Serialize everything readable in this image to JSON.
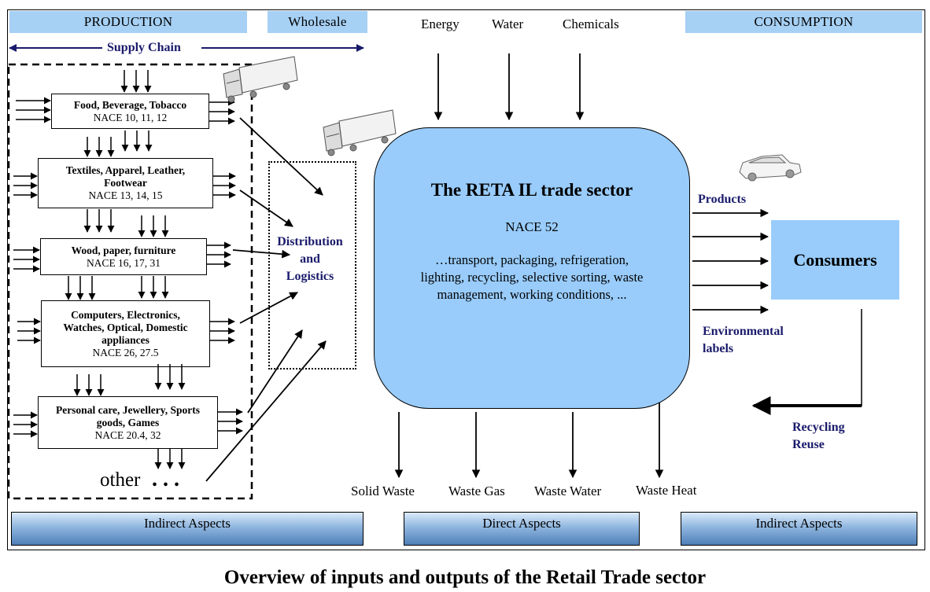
{
  "headers": {
    "production": "PRODUCTION",
    "wholesale": "Wholesale",
    "energy": "Energy",
    "water": "Water",
    "chemicals": "Chemicals",
    "consumption": "CONSUMPTION"
  },
  "supply_chain": "Supply Chain",
  "sectors": [
    {
      "title": "Food, Beverage, Tobacco",
      "nace": "NACE 10, 11, 12"
    },
    {
      "title": "Textiles, Apparel, Leather, Footwear",
      "nace": "NACE 13, 14, 15"
    },
    {
      "title": "Wood, paper, furniture",
      "nace": "NACE 16, 17, 31"
    },
    {
      "title": "Computers, Electronics, Watches, Optical, Domestic appliances",
      "nace": "NACE 26, 27.5"
    },
    {
      "title": "Personal care, Jewellery, Sports goods, Games",
      "nace": "NACE 20.4, 32"
    }
  ],
  "other": "other",
  "other_dots": ". . .",
  "distribution": {
    "line1": "Distribution",
    "line2": "and",
    "line3": "Logistics"
  },
  "sector": {
    "title": "The RETA IL trade sector",
    "nace": "NACE 52",
    "line1": "…transport, packaging, refrigeration,",
    "line2": "lighting, recycling, selective sorting, waste",
    "line3": "management, working conditions, ..."
  },
  "products": "Products",
  "consumers": "Consumers",
  "env_labels": {
    "line1": "Environmental",
    "line2": "labels"
  },
  "recycling": {
    "line1": "Recycling",
    "line2": "Reuse"
  },
  "outputs": {
    "solid_waste": "Solid Waste",
    "waste_gas": "Waste Gas",
    "waste_water": "Waste Water",
    "waste_heat": "Waste Heat"
  },
  "aspects": {
    "left": "Indirect Aspects",
    "center": "Direct Aspects",
    "right": "Indirect Aspects"
  },
  "caption": "Overview of inputs and outputs of the Retail Trade sector",
  "colors": {
    "light_blue": "#a6d0f4",
    "sector_blue": "#99ccfb",
    "navy_text": "#1a1a6b"
  },
  "icons": [
    "truck-icon",
    "truck-icon",
    "car-icon"
  ]
}
